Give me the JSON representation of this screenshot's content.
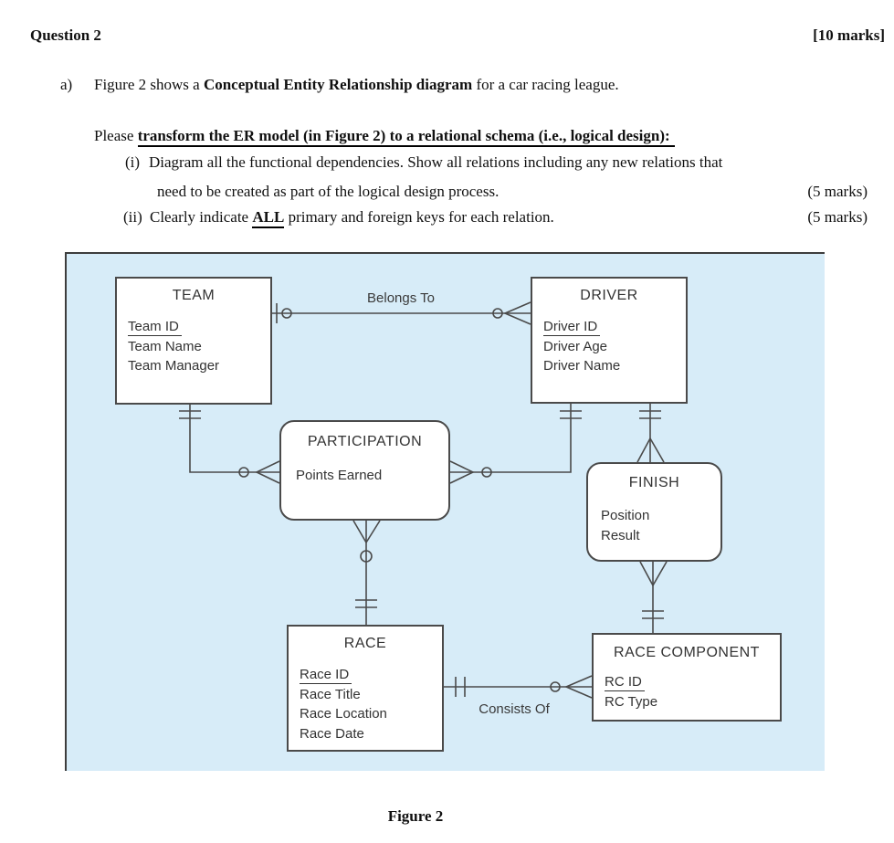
{
  "page": {
    "title": "Question 2",
    "total_marks": "[10 marks]",
    "caption": "Figure 2"
  },
  "question": {
    "part_label": "a)",
    "intro": {
      "prefix": "Figure 2 shows a ",
      "bold": "Conceptual Entity Relationship diagram",
      "suffix": " for a car racing league."
    },
    "instruction": {
      "prefix": "Please ",
      "emphasized": "transform the ER model (in Figure 2) to a relational schema (i.e., logical design):"
    },
    "subitems": [
      {
        "label": "(i)",
        "text_line1": "Diagram all the functional dependencies. Show all relations including any new relations that",
        "text_line2": "need to be created as part of the logical design process.",
        "marks": "(5 marks)"
      },
      {
        "label": "(ii)",
        "text_prefix": "Clearly indicate ",
        "text_emphasized": "ALL",
        "text_suffix": " primary and foreign keys for each relation.",
        "marks": "(5 marks)"
      }
    ]
  },
  "diagram": {
    "colors": {
      "panel_bg": "#d7ecf8",
      "line": "#4a4a4a"
    },
    "entities": [
      {
        "name": "TEAM",
        "shape": "rect",
        "attributes": [
          {
            "text": "Team ID",
            "key": true
          },
          {
            "text": "Team Name"
          },
          {
            "text": "Team Manager"
          }
        ]
      },
      {
        "name": "DRIVER",
        "shape": "rect",
        "attributes": [
          {
            "text": "Driver ID",
            "key": true
          },
          {
            "text": "Driver Age"
          },
          {
            "text": "Driver Name"
          }
        ]
      },
      {
        "name": "PARTICIPATION",
        "shape": "rounded",
        "attributes": [
          {
            "text": "Points Earned"
          }
        ]
      },
      {
        "name": "FINISH",
        "shape": "rounded",
        "attributes": [
          {
            "text": "Position"
          },
          {
            "text": "Result"
          }
        ]
      },
      {
        "name": "RACE",
        "shape": "rect",
        "attributes": [
          {
            "text": "Race ID",
            "key": true
          },
          {
            "text": "Race Title"
          },
          {
            "text": "Race Location"
          },
          {
            "text": "Race Date"
          }
        ]
      },
      {
        "name": "RACE COMPONENT",
        "shape": "rect",
        "attributes": [
          {
            "text": "RC ID",
            "key": true
          },
          {
            "text": "RC Type"
          }
        ]
      }
    ],
    "relationship_labels": [
      {
        "text": "Belongs To"
      },
      {
        "text": "Consists Of"
      }
    ]
  }
}
